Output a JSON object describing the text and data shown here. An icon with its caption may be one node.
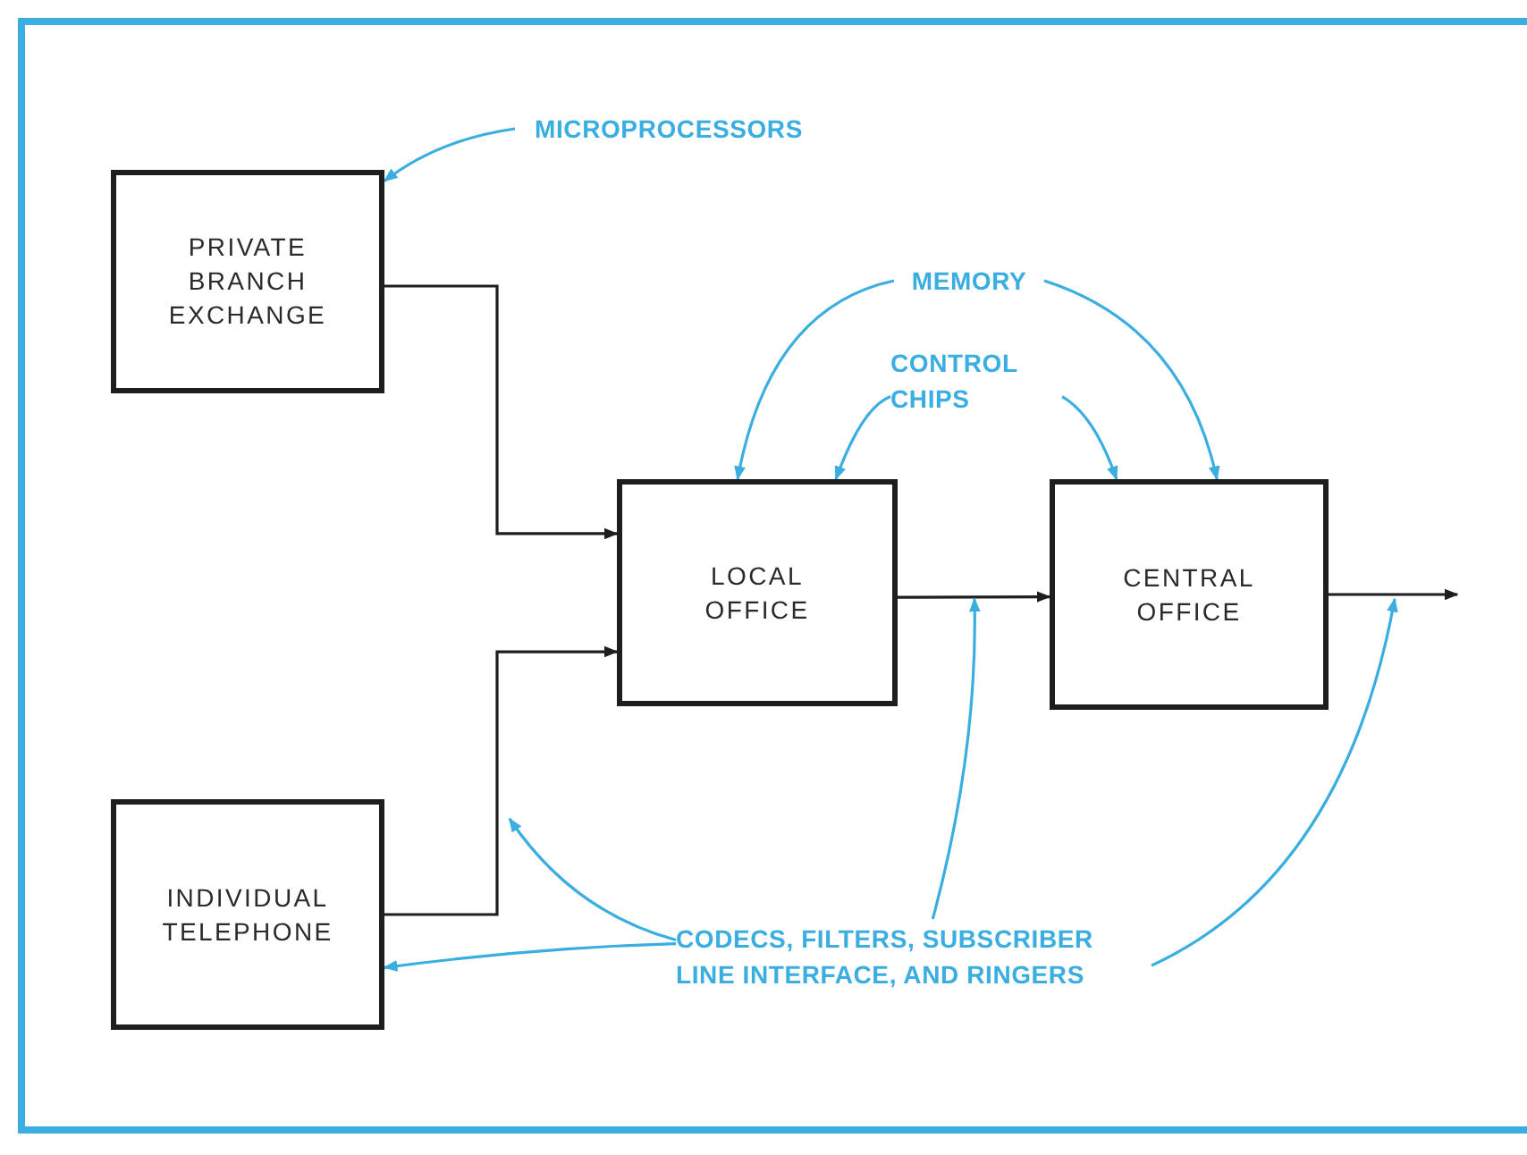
{
  "diagram": {
    "nodes": [
      {
        "text": [
          "PRIVATE BRANCH EXCHANGE"
        ]
      },
      {
        "text": [
          "INDIVIDUAL TELEPHONE"
        ]
      },
      {
        "text": [
          "LOCAL OFFICE"
        ]
      },
      {
        "text": [
          "CENTRAL OFFICE"
        ]
      },
      {
        "text": [
          "MICROPROCESSORS"
        ]
      },
      {
        "text": [
          "MEMORY"
        ]
      },
      {
        "text": [
          "CONTROL CHIPS"
        ]
      },
      {
        "text": [
          "CODECS, FILTERS, SUBSCRIBER LINE INTERFACE, AND RINGERS"
        ]
      }
    ],
    "edges": [
      {
        "from": 0,
        "to": 2,
        "arrow": "to",
        "color": "#1e1e1e"
      },
      {
        "from": 1,
        "to": 2,
        "arrow": "to",
        "color": "#1e1e1e"
      },
      {
        "from": 2,
        "to": 3,
        "arrow": "to",
        "color": "#1e1e1e"
      },
      {
        "from": 3,
        "to": null,
        "arrow": "to",
        "color": "#1e1e1e"
      },
      {
        "from": 4,
        "to": 0,
        "arrow": "to"
      },
      {
        "from": 5,
        "to": 2,
        "arrow": "to"
      },
      {
        "from": 5,
        "to": 3,
        "arrow": "to"
      },
      {
        "from": 6,
        "to": 2,
        "arrow": "to"
      },
      {
        "from": 6,
        "to": 3,
        "arrow": "to"
      },
      {
        "from": 7,
        "to": 1,
        "arrow": "to"
      },
      {
        "from": 7,
        "to": null,
        "arrow": "to"
      },
      {
        "from": 7,
        "to": null,
        "arrow": "to"
      },
      {
        "from": 7,
        "to": null,
        "arrow": "to"
      }
    ]
  }
}
